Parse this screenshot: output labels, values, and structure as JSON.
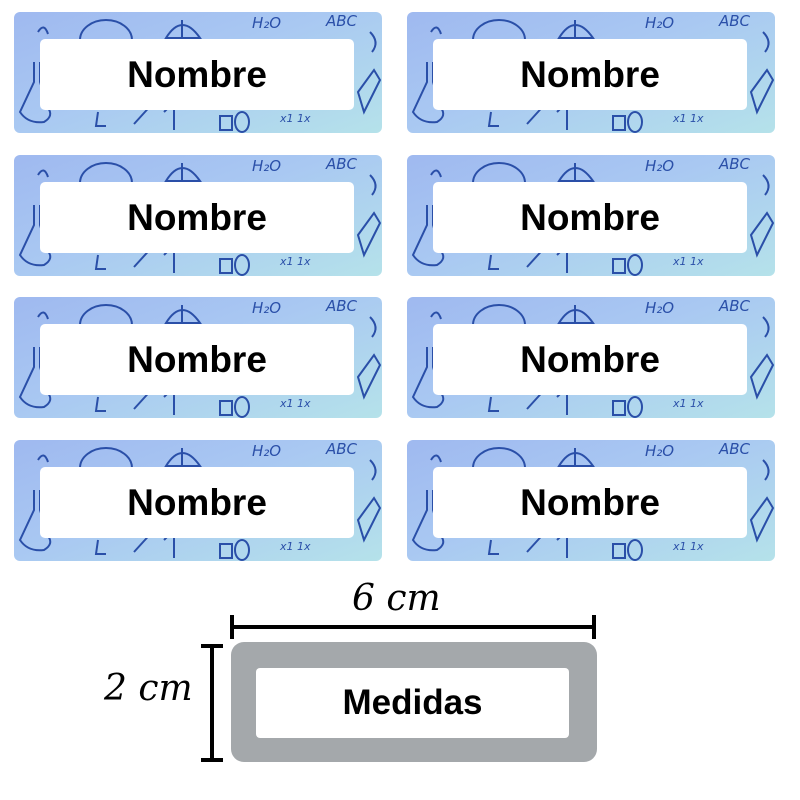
{
  "labels": [
    {
      "name": "Nombre"
    },
    {
      "name": "Nombre"
    },
    {
      "name": "Nombre"
    },
    {
      "name": "Nombre"
    },
    {
      "name": "Nombre"
    },
    {
      "name": "Nombre"
    },
    {
      "name": "Nombre"
    },
    {
      "name": "Nombre"
    }
  ],
  "doodle": {
    "formula": "H₂O",
    "letters": "ABC",
    "math": "x1 1x"
  },
  "measurements": {
    "width": "6 cm",
    "height": "2 cm",
    "sample_label": "Medidas"
  },
  "colors": {
    "label_gradient_start": "#9fb9f0",
    "label_gradient_end": "#b5e2ea",
    "doodle_ink": "#2a4fa8",
    "sample_border": "#a4a8ab"
  }
}
